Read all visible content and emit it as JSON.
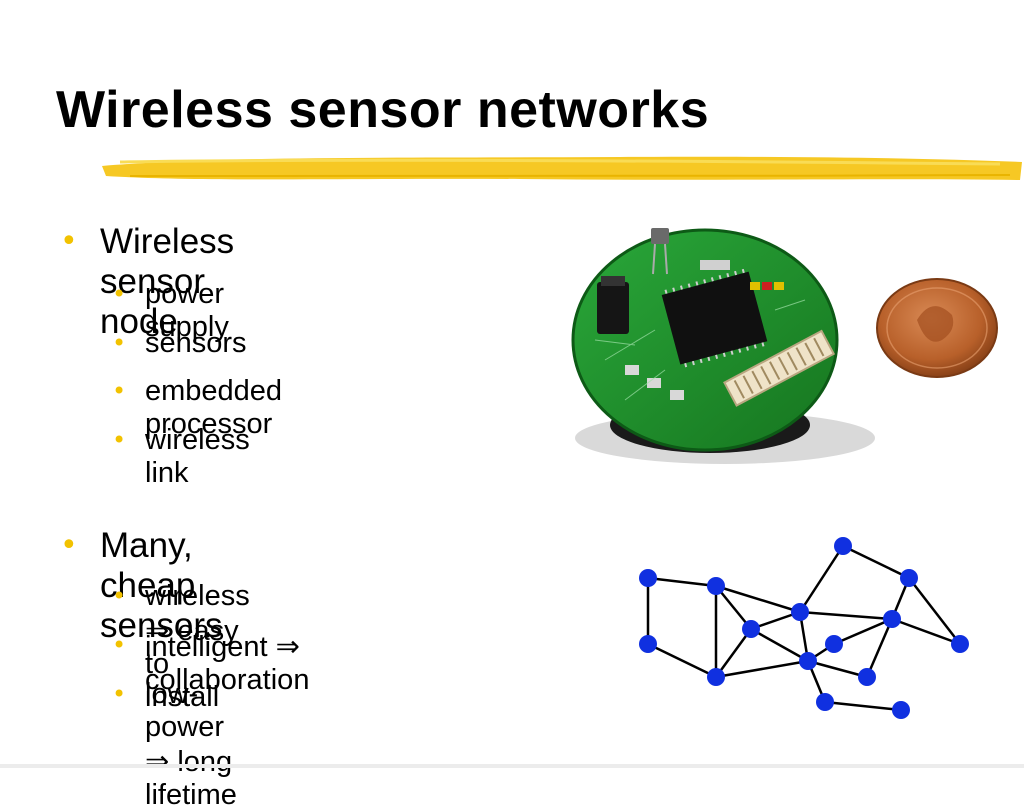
{
  "slide": {
    "title": "Wireless sensor networks",
    "bullet_glyph": "•",
    "sections": [
      {
        "heading": "Wireless sensor node",
        "items": [
          "power supply",
          "sensors",
          "embedded processor",
          "wireless link"
        ]
      },
      {
        "heading": "Many, cheap sensors",
        "items": [
          "wireless ⇒ easy to install",
          "intelligent ⇒ collaboration",
          "low-power ⇒ long lifetime"
        ]
      }
    ]
  },
  "colors": {
    "bullet": "#f2c200",
    "highlight": "#f5c518",
    "node": "#1030e0",
    "pcb": "#1f8f2e",
    "penny": "#b8602a"
  },
  "icons": {
    "photo": "sensor-mote-photo",
    "graph": "network-graph-diagram"
  }
}
